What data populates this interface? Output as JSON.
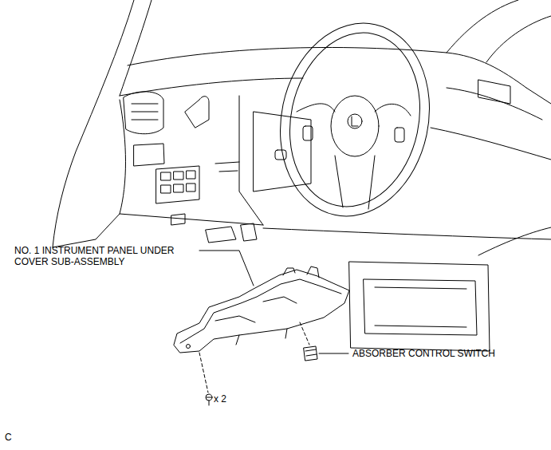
{
  "diagram": {
    "labels": [
      "NO. 1 INSTRUMENT PANEL UNDER COVER SUB-ASSEMBLY",
      "ABSORBER CONTROL SWITCH",
      "x 2",
      "C"
    ]
  }
}
